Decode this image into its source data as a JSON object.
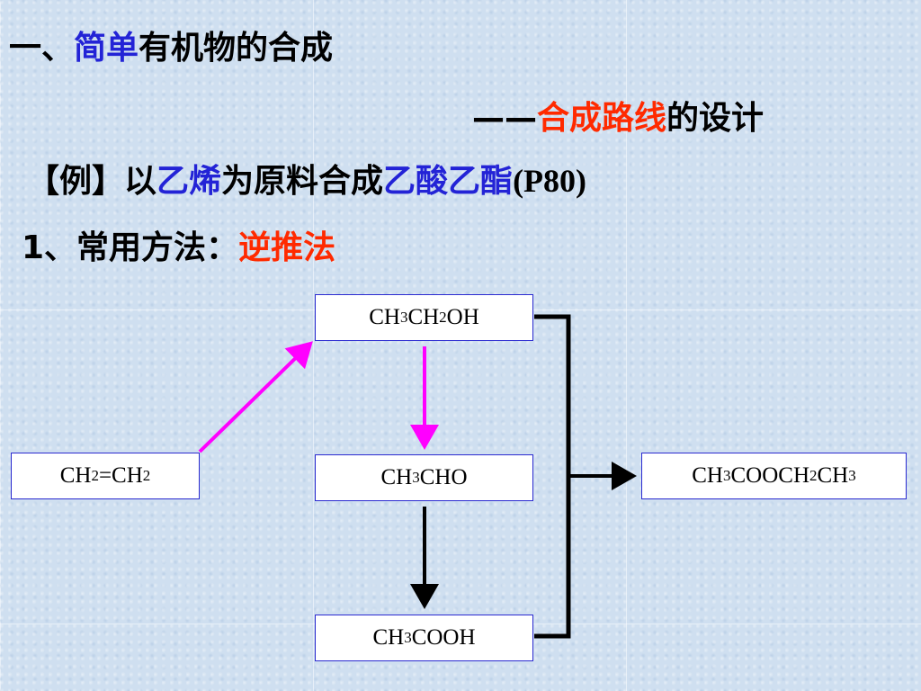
{
  "title": {
    "prefix": "一、",
    "highlight": "简单",
    "rest": "有机物的合成"
  },
  "subtitle": {
    "dash": "——",
    "highlight": "合成路线",
    "rest": "的设计"
  },
  "example": {
    "bracket": "【例】以",
    "reactant": "乙烯",
    "middle": "为原料合成",
    "product": "乙酸乙酯",
    "ref": "(P80)"
  },
  "method": {
    "label": "1、常用方法：",
    "value": "逆推法"
  },
  "diagram": {
    "nodes": {
      "ethylene": [
        {
          "t": "CH"
        },
        {
          "s": "2"
        },
        {
          "t": "=CH"
        },
        {
          "s": "2"
        }
      ],
      "ethanol": [
        {
          "t": "CH"
        },
        {
          "s": "3"
        },
        {
          "t": "CH"
        },
        {
          "s": "2"
        },
        {
          "t": "OH"
        }
      ],
      "acetaldehyde": [
        {
          "t": "CH"
        },
        {
          "s": "3"
        },
        {
          "t": "CHO"
        }
      ],
      "acetic_acid": [
        {
          "t": "CH"
        },
        {
          "s": "3"
        },
        {
          "t": "COOH"
        }
      ],
      "ethyl_acetate": [
        {
          "t": "CH"
        },
        {
          "s": "3"
        },
        {
          "t": "COOCH"
        },
        {
          "s": "2"
        },
        {
          "t": "CH"
        },
        {
          "s": "3"
        }
      ]
    },
    "colors": {
      "text_blue": "#2323d6",
      "text_red": "#ff2a00",
      "arrow_magenta": "#ff00ff",
      "arrow_black": "#000000",
      "box_border": "#2a2ad0"
    }
  }
}
